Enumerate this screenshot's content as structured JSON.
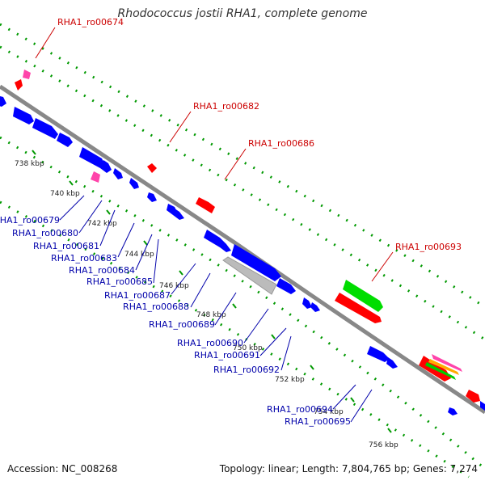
{
  "title": "Rhodococcus jostii RHA1, complete genome",
  "footer": {
    "accession_label": "Accession:",
    "accession": "NC_008268",
    "topology_label": "Topology:",
    "topology": "linear",
    "length_label": "Length:",
    "length": "7,804,765 bp",
    "genes_label": "Genes:",
    "genes": "7,274"
  },
  "colors": {
    "forward_gene": "#ff0000",
    "reverse_gene": "#0000ff",
    "rna_gene": "#ff44aa",
    "other_feature": "#00cc00",
    "pseudo_gene": "#aaaaaa",
    "backbone": "#888888",
    "tick": "#009900",
    "forward_label": "#cc0000",
    "reverse_label": "#0000aa"
  },
  "scale_ticks": [
    "738 kbp",
    "740 kbp",
    "742 kbp",
    "744 kbp",
    "746 kbp",
    "748 kbp",
    "750 kbp",
    "752 kbp",
    "754 kbp",
    "756 kbp"
  ],
  "forward_labels": [
    "RHA1_ro00674",
    "RHA1_ro00682",
    "RHA1_ro00686",
    "RHA1_ro00693"
  ],
  "reverse_labels": [
    "RHA1_ro00679",
    "RHA1_ro00680",
    "RHA1_ro00681",
    "RHA1_ro00683",
    "RHA1_ro00684",
    "RHA1_ro00685",
    "RHA1_ro00687",
    "RHA1_ro00688",
    "RHA1_ro00689",
    "RHA1_ro00690",
    "RHA1_ro00691",
    "RHA1_ro00692",
    "RHA1_ro00694",
    "RHA1_ro00695"
  ]
}
